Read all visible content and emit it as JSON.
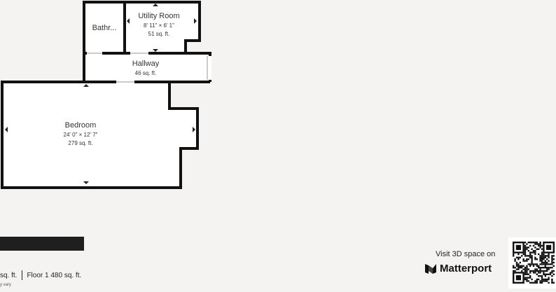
{
  "rooms": [
    {
      "name": "Bathr...",
      "dims": "",
      "area": ""
    },
    {
      "name": "Utility Room",
      "dims": "8' 11\" × 6' 1\"",
      "area": "51 sq. ft."
    },
    {
      "name": "Hallway",
      "dims": "",
      "area": "46 sq. ft."
    },
    {
      "name": "Bedroom",
      "dims": "24' 0\" × 12' 7\"",
      "area": "279 sq. ft."
    }
  ],
  "footer": {
    "stats_left": "sq. ft.",
    "stats_floor": "Floor 1 480 sq. ft.",
    "disclaimer": "y vary"
  },
  "matterport": {
    "visit_text": "Visit 3D space on",
    "brand": "Matterport",
    "logo_icon": "matterport-logo-icon",
    "qr_icon": "qr-code-icon"
  },
  "colors": {
    "background": "#f4f3f1",
    "wall": "#111111",
    "room_fill": "#ffffff"
  }
}
